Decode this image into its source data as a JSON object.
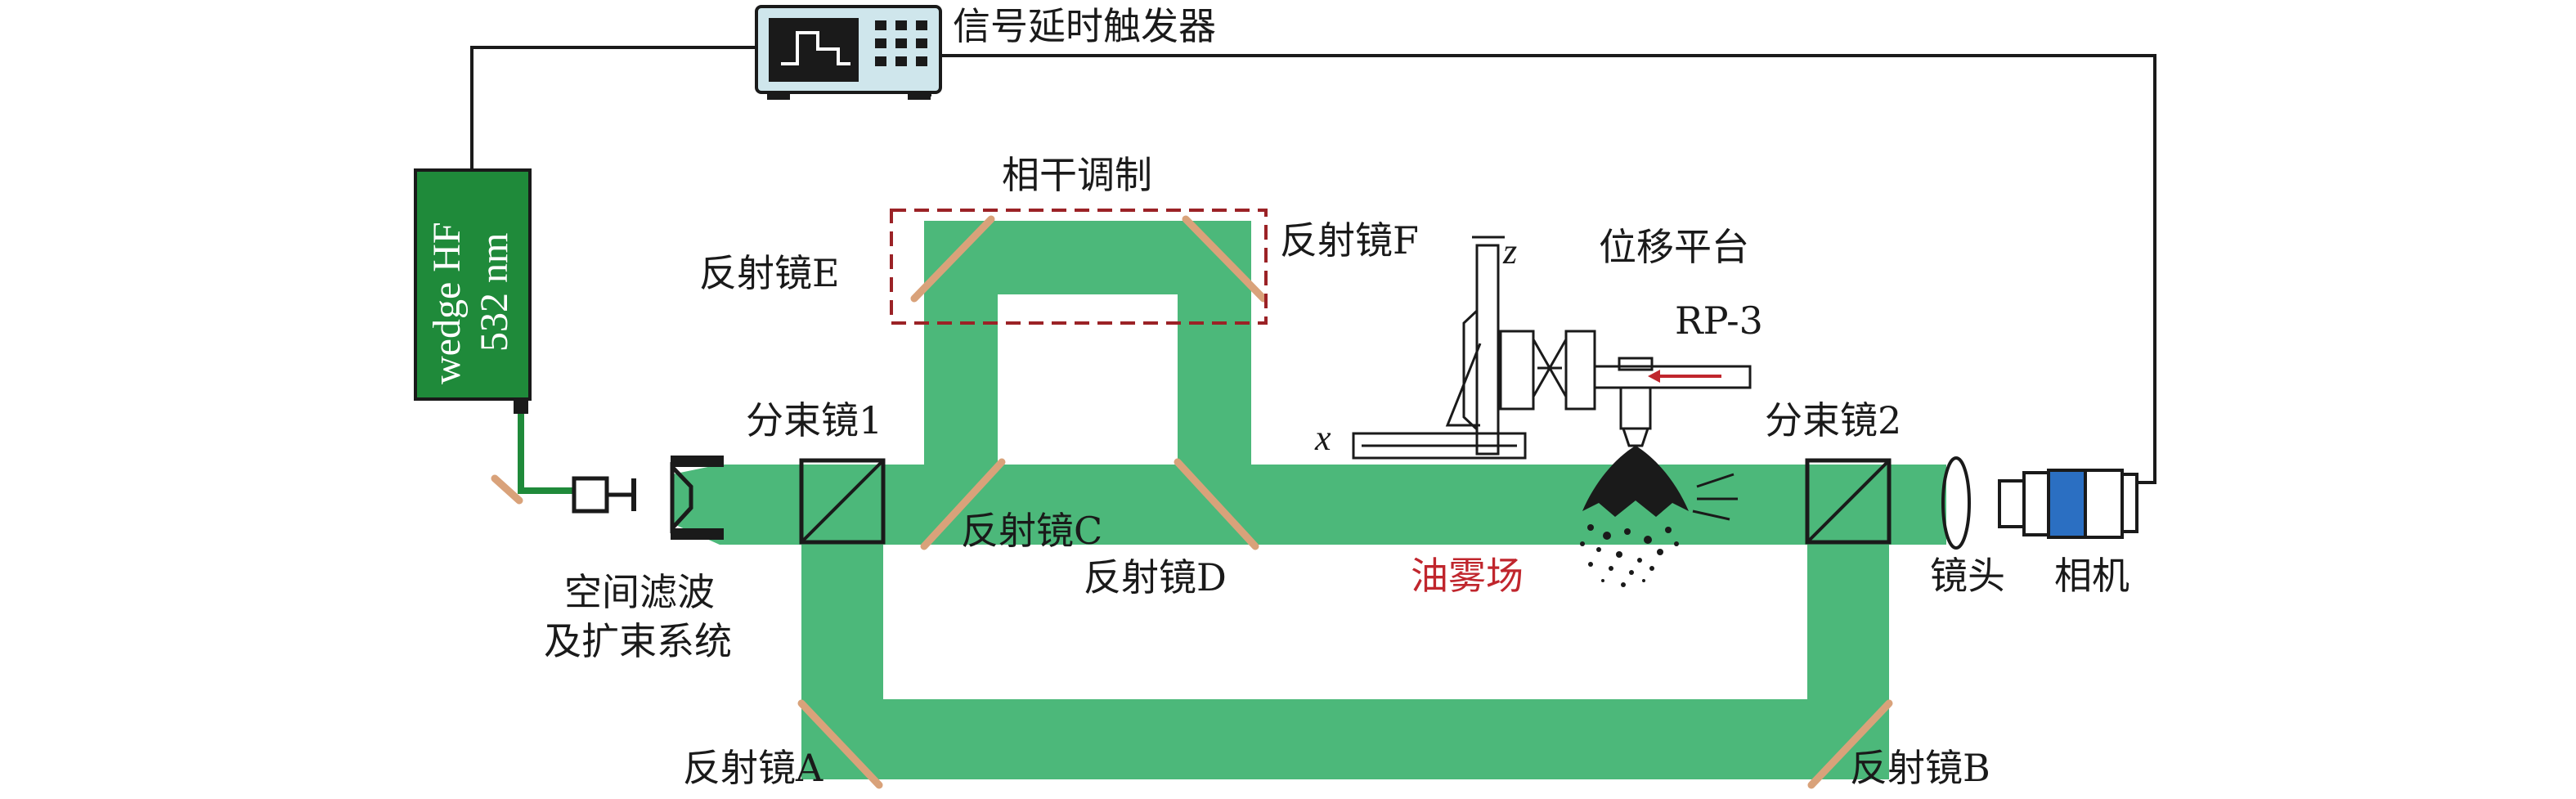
{
  "colors": {
    "beam": "#4cb87a",
    "laser": "#1f8a3a",
    "mirror": "#d9a27a",
    "trigger_body": "#cfe6ec",
    "camera_blue": "#2b6fc2",
    "highlight_red": "#c0262d",
    "dashed_box": "#9b2226"
  },
  "labels": {
    "trigger": "信号延时触发器",
    "laser_line1": "wedge HF",
    "laser_line2": "532 nm",
    "modulation": "相干调制",
    "mirror_e": "反射镜E",
    "mirror_f": "反射镜F",
    "splitter_1": "分束镜1",
    "splitter_2": "分束镜2",
    "mirror_c": "反射镜C",
    "mirror_d": "反射镜D",
    "mirror_a": "反射镜A",
    "mirror_b": "反射镜B",
    "filter_line1": "空间滤波",
    "filter_line2": "及扩束系统",
    "stage": "位移平台",
    "axis_z": "z",
    "axis_x": "x",
    "nozzle": "RP-3",
    "spray": "油雾场",
    "lens": "镜头",
    "camera": "相机"
  },
  "icons": [
    "trigger-device-icon",
    "laser-icon",
    "beam-splitter-icon",
    "mirror-icon",
    "lens-icon",
    "camera-icon",
    "translation-stage-icon",
    "nozzle-icon",
    "spray-icon",
    "pinhole-filter-icon"
  ]
}
